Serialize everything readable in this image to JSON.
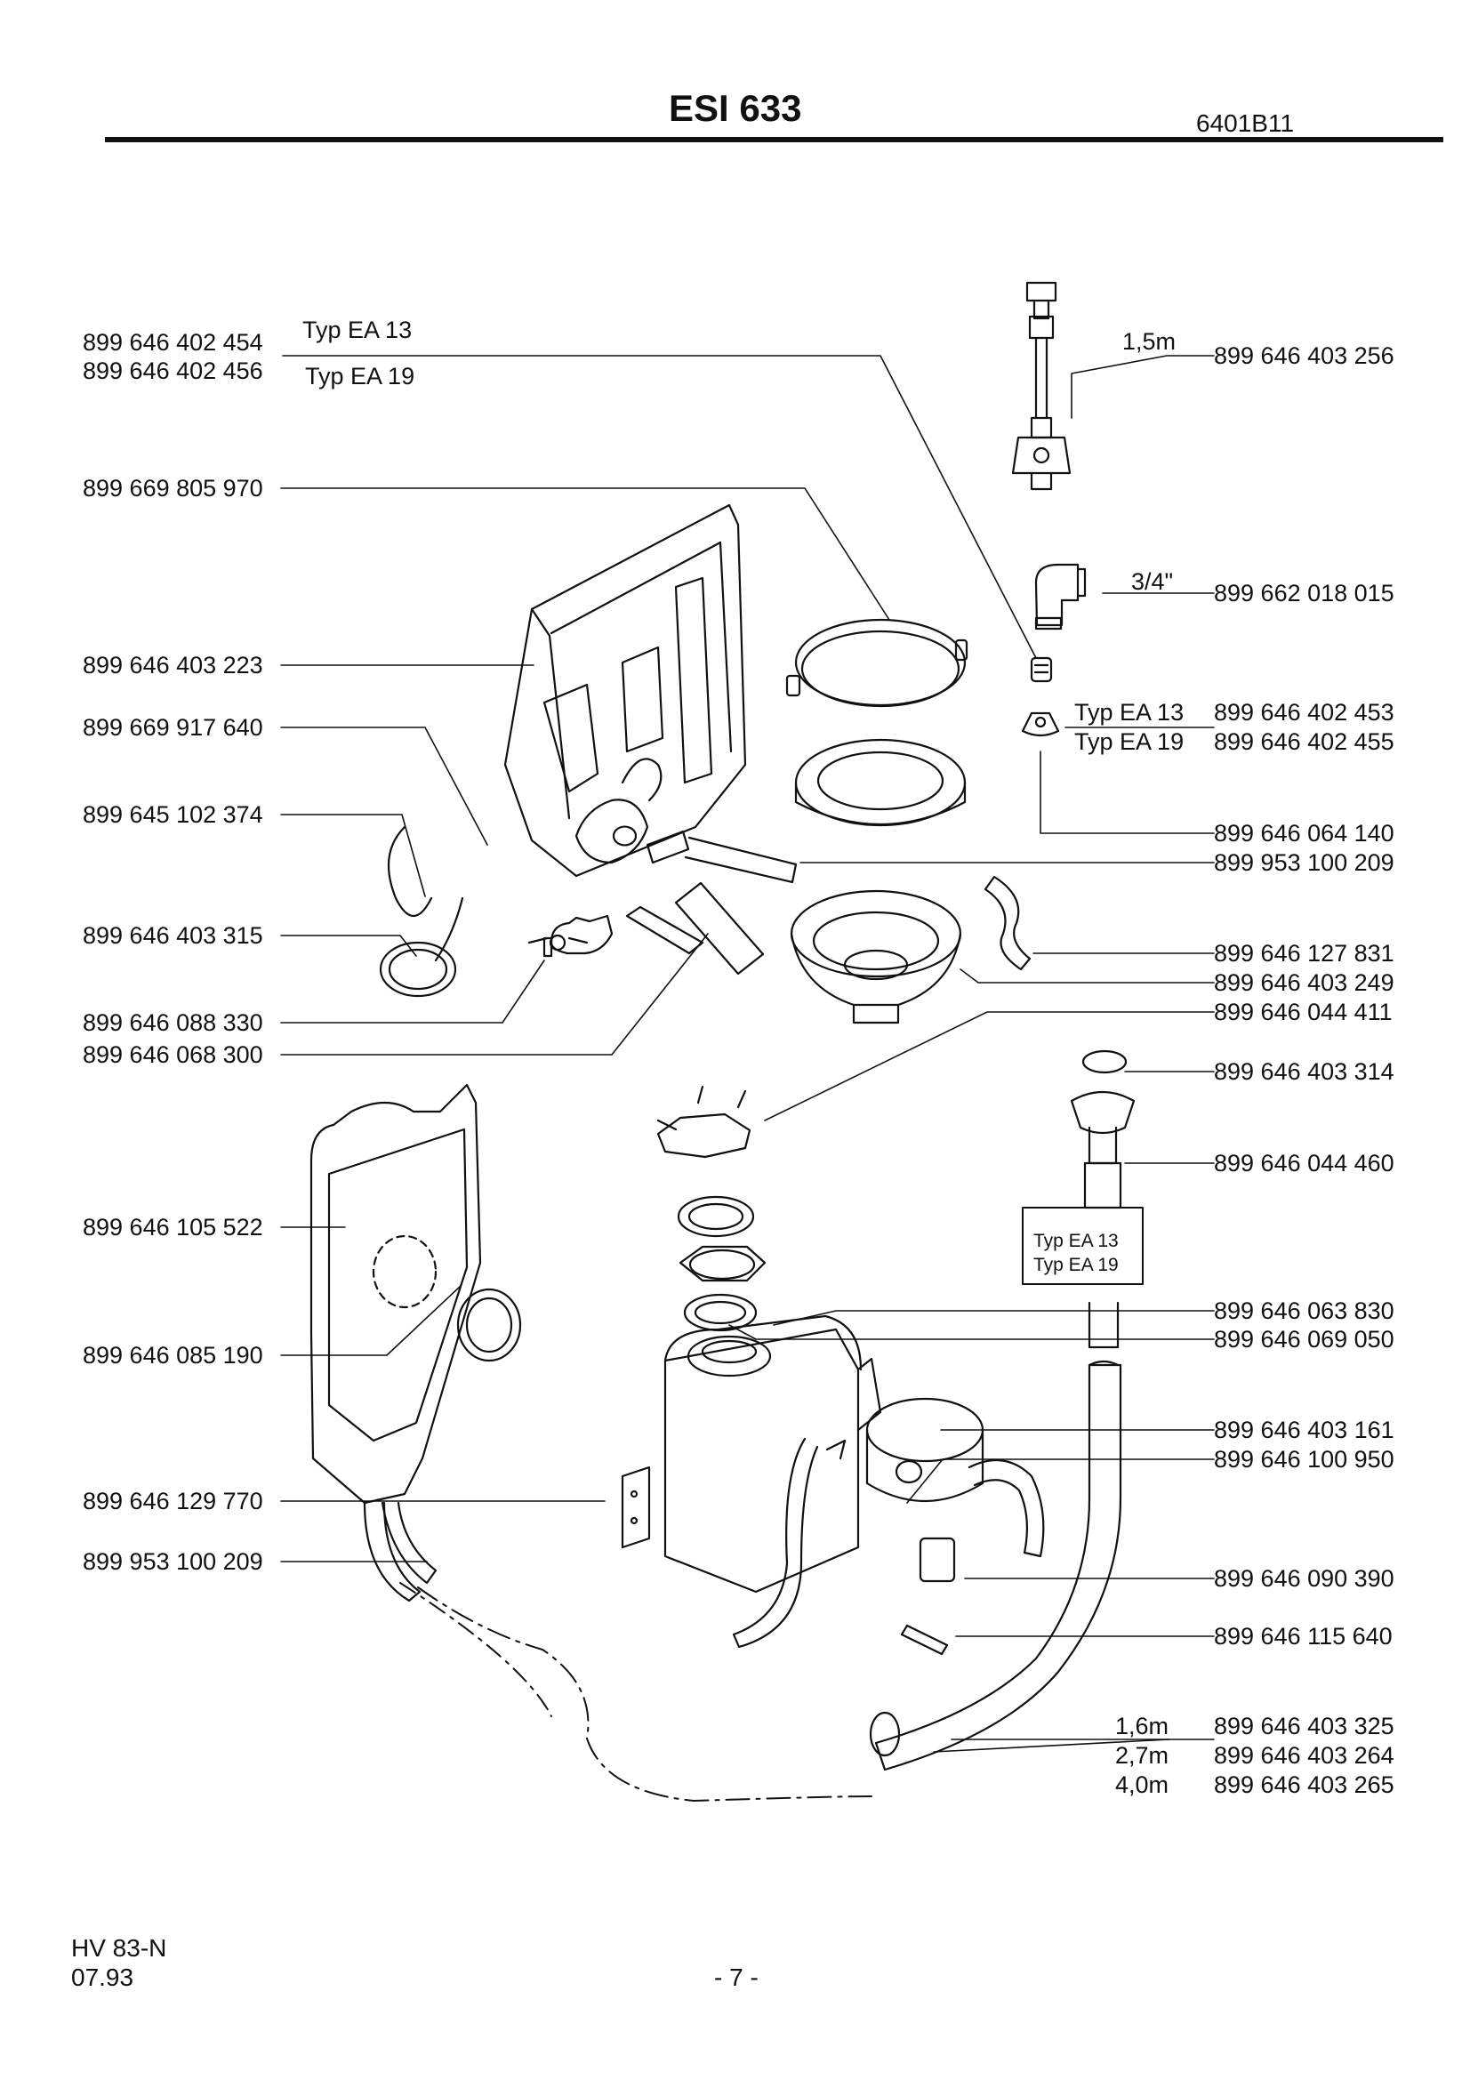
{
  "header": {
    "title": "ESI 633",
    "doc_code": "6401B11"
  },
  "labels_left": [
    {
      "id": "l1",
      "text": "899 646 402 454"
    },
    {
      "id": "l2",
      "text": "899 646 402 456"
    },
    {
      "id": "l3",
      "text": "899 669 805 970"
    },
    {
      "id": "l4",
      "text": "899 646 403 223"
    },
    {
      "id": "l5",
      "text": "899 669 917 640"
    },
    {
      "id": "l6",
      "text": "899 645 102 374"
    },
    {
      "id": "l7",
      "text": "899 646 403 315"
    },
    {
      "id": "l8",
      "text": "899 646 088 330"
    },
    {
      "id": "l9",
      "text": "899 646 068 300"
    },
    {
      "id": "l10",
      "text": "899 646 105 522"
    },
    {
      "id": "l11",
      "text": "899 646 085 190"
    },
    {
      "id": "l12",
      "text": "899 646 129 770"
    },
    {
      "id": "l13",
      "text": "899 953 100 209"
    }
  ],
  "labels_right": [
    {
      "id": "r1",
      "text": "899 646 403 256"
    },
    {
      "id": "r2",
      "text": "899 662 018 015"
    },
    {
      "id": "r3",
      "text": "899 646 402 453"
    },
    {
      "id": "r4",
      "text": "899 646 402 455"
    },
    {
      "id": "r5",
      "text": "899 646 064 140"
    },
    {
      "id": "r6",
      "text": "899 953 100 209"
    },
    {
      "id": "r7",
      "text": "899 646 127 831"
    },
    {
      "id": "r8",
      "text": "899 646 403 249"
    },
    {
      "id": "r9",
      "text": "899 646 044 411"
    },
    {
      "id": "r10",
      "text": "899 646 403 314"
    },
    {
      "id": "r11",
      "text": "899 646 044 460"
    },
    {
      "id": "r12",
      "text": "899 646 063 830"
    },
    {
      "id": "r13",
      "text": "899 646 069 050"
    },
    {
      "id": "r14",
      "text": "899 646 403 161"
    },
    {
      "id": "r15",
      "text": "899 646 100 950"
    },
    {
      "id": "r16",
      "text": "899 646 090 390"
    },
    {
      "id": "r17",
      "text": "899 646 115 640"
    },
    {
      "id": "r18",
      "text": "899 646 403 325"
    },
    {
      "id": "r19",
      "text": "899 646 403 264"
    },
    {
      "id": "r20",
      "text": "899 646 403 265"
    }
  ],
  "annotations": {
    "typ_ea13_top": "Typ EA 13",
    "typ_ea19_top": "Typ EA 19",
    "len_1_5": "1,5m",
    "thread_3_4": "3/4\"",
    "typ_ea13_mid": "Typ EA 13",
    "typ_ea19_mid": "Typ EA 19",
    "box_typ_ea13": "Typ EA 13",
    "box_typ_ea19": "Typ EA 19",
    "len_1_6": "1,6m",
    "len_2_7": "2,7m",
    "len_4_0": "4,0m"
  },
  "footer": {
    "ref": "HV 83-N",
    "date": "07.93",
    "page": "- 7 -"
  }
}
